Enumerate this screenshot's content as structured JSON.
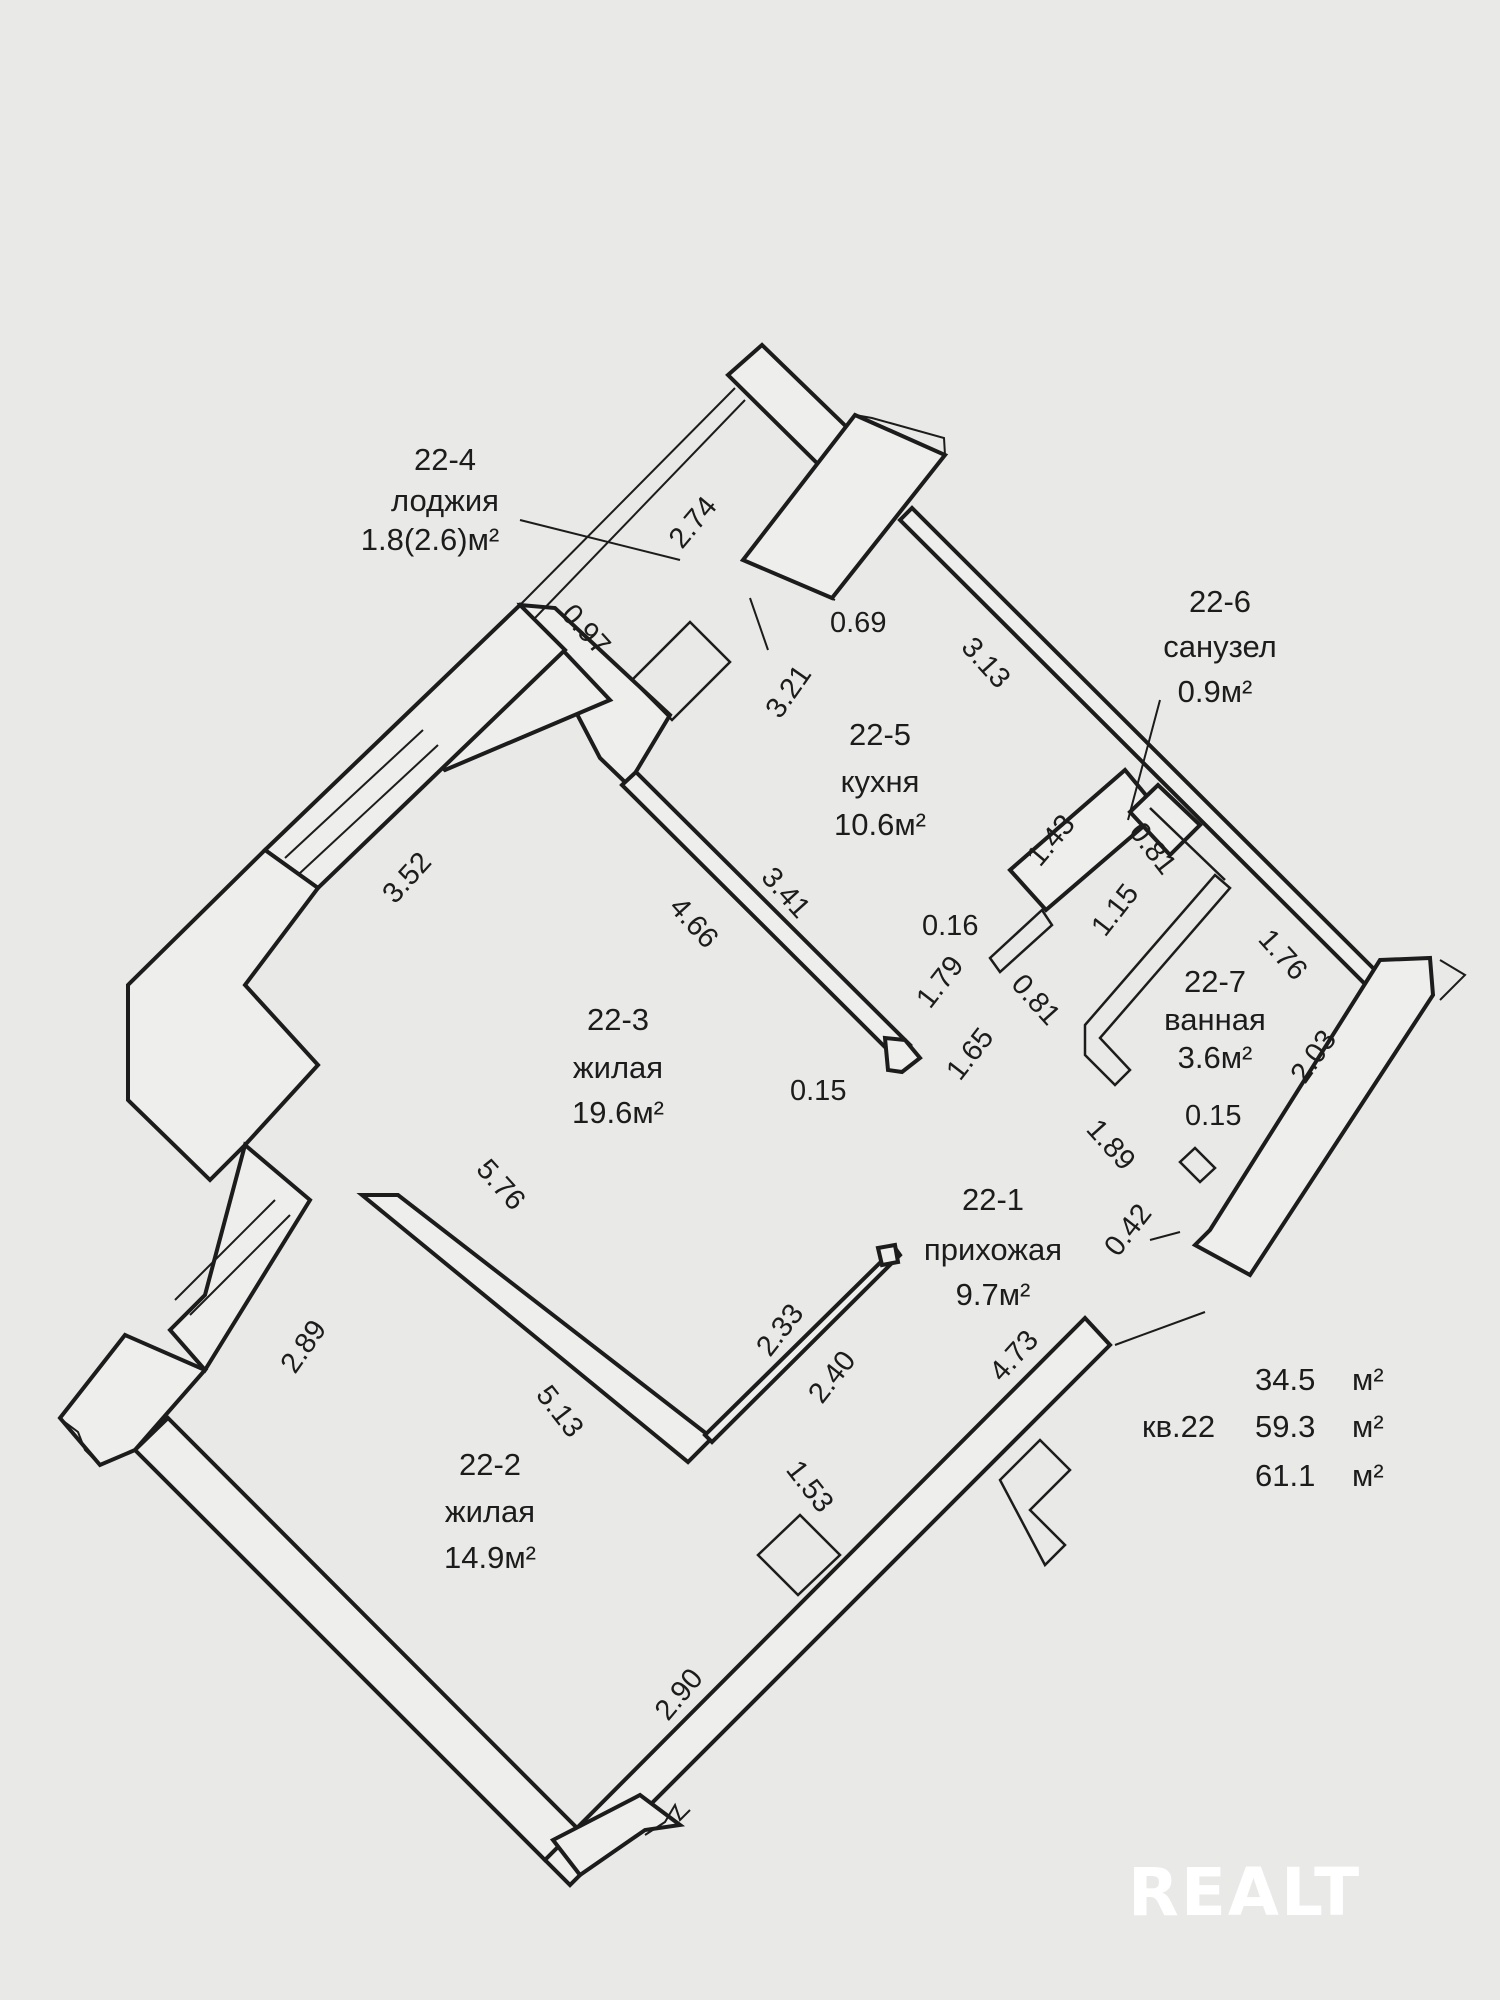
{
  "rooms": [
    {
      "number": "22-1",
      "name": "прихожая",
      "area": "9.7м²"
    },
    {
      "number": "22-2",
      "name": "жилая",
      "area": "14.9м²"
    },
    {
      "number": "22-3",
      "name": "жилая",
      "area": "19.6м²"
    },
    {
      "number": "22-4",
      "name": "лоджия",
      "area": "1.8(2.6)м²"
    },
    {
      "number": "22-5",
      "name": "кухня",
      "area": "10.6м²"
    },
    {
      "number": "22-6",
      "name": "санузел",
      "area": "0.9м²"
    },
    {
      "number": "22-7",
      "name": "ванная",
      "area": "3.6м²"
    }
  ],
  "dimensions": {
    "loggia_long": "2.74",
    "loggia_short": "0.97",
    "pier_069": "0.69",
    "kitchen_321": "3.21",
    "kitchen_313": "3.13",
    "kitchen_341": "3.41",
    "kitchen_143": "1.43",
    "room3_352": "3.52",
    "room3_466": "4.66",
    "room3_576": "5.76",
    "room3_233": "2.33",
    "door_015_a": "0.15",
    "hall_165": "1.65",
    "hall_179": "1.79",
    "hall_016": "0.16",
    "hall_081_a": "0.81",
    "wc_081_b": "0.81",
    "wc_115": "1.15",
    "bath_176": "1.76",
    "bath_203": "2.03",
    "bath_015_b": "0.15",
    "hall_189": "1.89",
    "hall_042": "0.42",
    "room2_289": "2.89",
    "room2_513": "5.13",
    "room2_240": "2.40",
    "room2_473": "4.73",
    "room2_153": "1.53",
    "room2_290": "2.90"
  },
  "summary": {
    "apartment_label": "кв.22",
    "living_area": "34.5",
    "total_area": "59.3",
    "total_with_loggia": "61.1",
    "unit": "м²"
  },
  "watermark": "REALT"
}
